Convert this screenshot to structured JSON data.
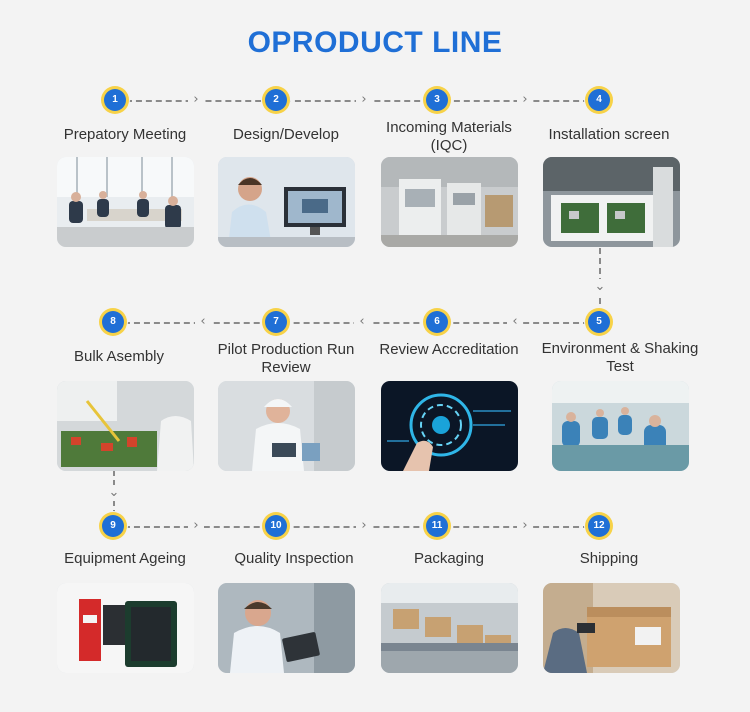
{
  "title": "OPRODUCT LINE",
  "accent_color": "#1f6fd6",
  "badge_ring_color": "#f7d248",
  "steps": [
    {
      "num": "1",
      "label": "Prepatory Meeting",
      "image": "meeting-room-photo"
    },
    {
      "num": "2",
      "label": "Design/Develop",
      "image": "engineer-at-monitors-photo"
    },
    {
      "num": "3",
      "label": "Incoming Materials (IQC)",
      "image": "inspection-machines-photo"
    },
    {
      "num": "4",
      "label": "Installation screen",
      "image": "pcb-assembly-photo"
    },
    {
      "num": "5",
      "label": "Environment & Shaking Test",
      "image": "factory-workers-photo"
    },
    {
      "num": "6",
      "label": "Review Accreditation",
      "image": "digital-approval-photo"
    },
    {
      "num": "7",
      "label": "Pilot Production Run Review",
      "image": "lab-worker-tablet-photo"
    },
    {
      "num": "8",
      "label": "Bulk Asembly",
      "image": "soldering-electronics-photo"
    },
    {
      "num": "9",
      "label": "Equipment Ageing",
      "image": "tablet-device-photo"
    },
    {
      "num": "10",
      "label": "Quality Inspection",
      "image": "inspector-with-tablet-photo"
    },
    {
      "num": "11",
      "label": "Packaging",
      "image": "packaging-line-photo"
    },
    {
      "num": "12",
      "label": "Shipping",
      "image": "parcel-scanning-photo"
    }
  ]
}
